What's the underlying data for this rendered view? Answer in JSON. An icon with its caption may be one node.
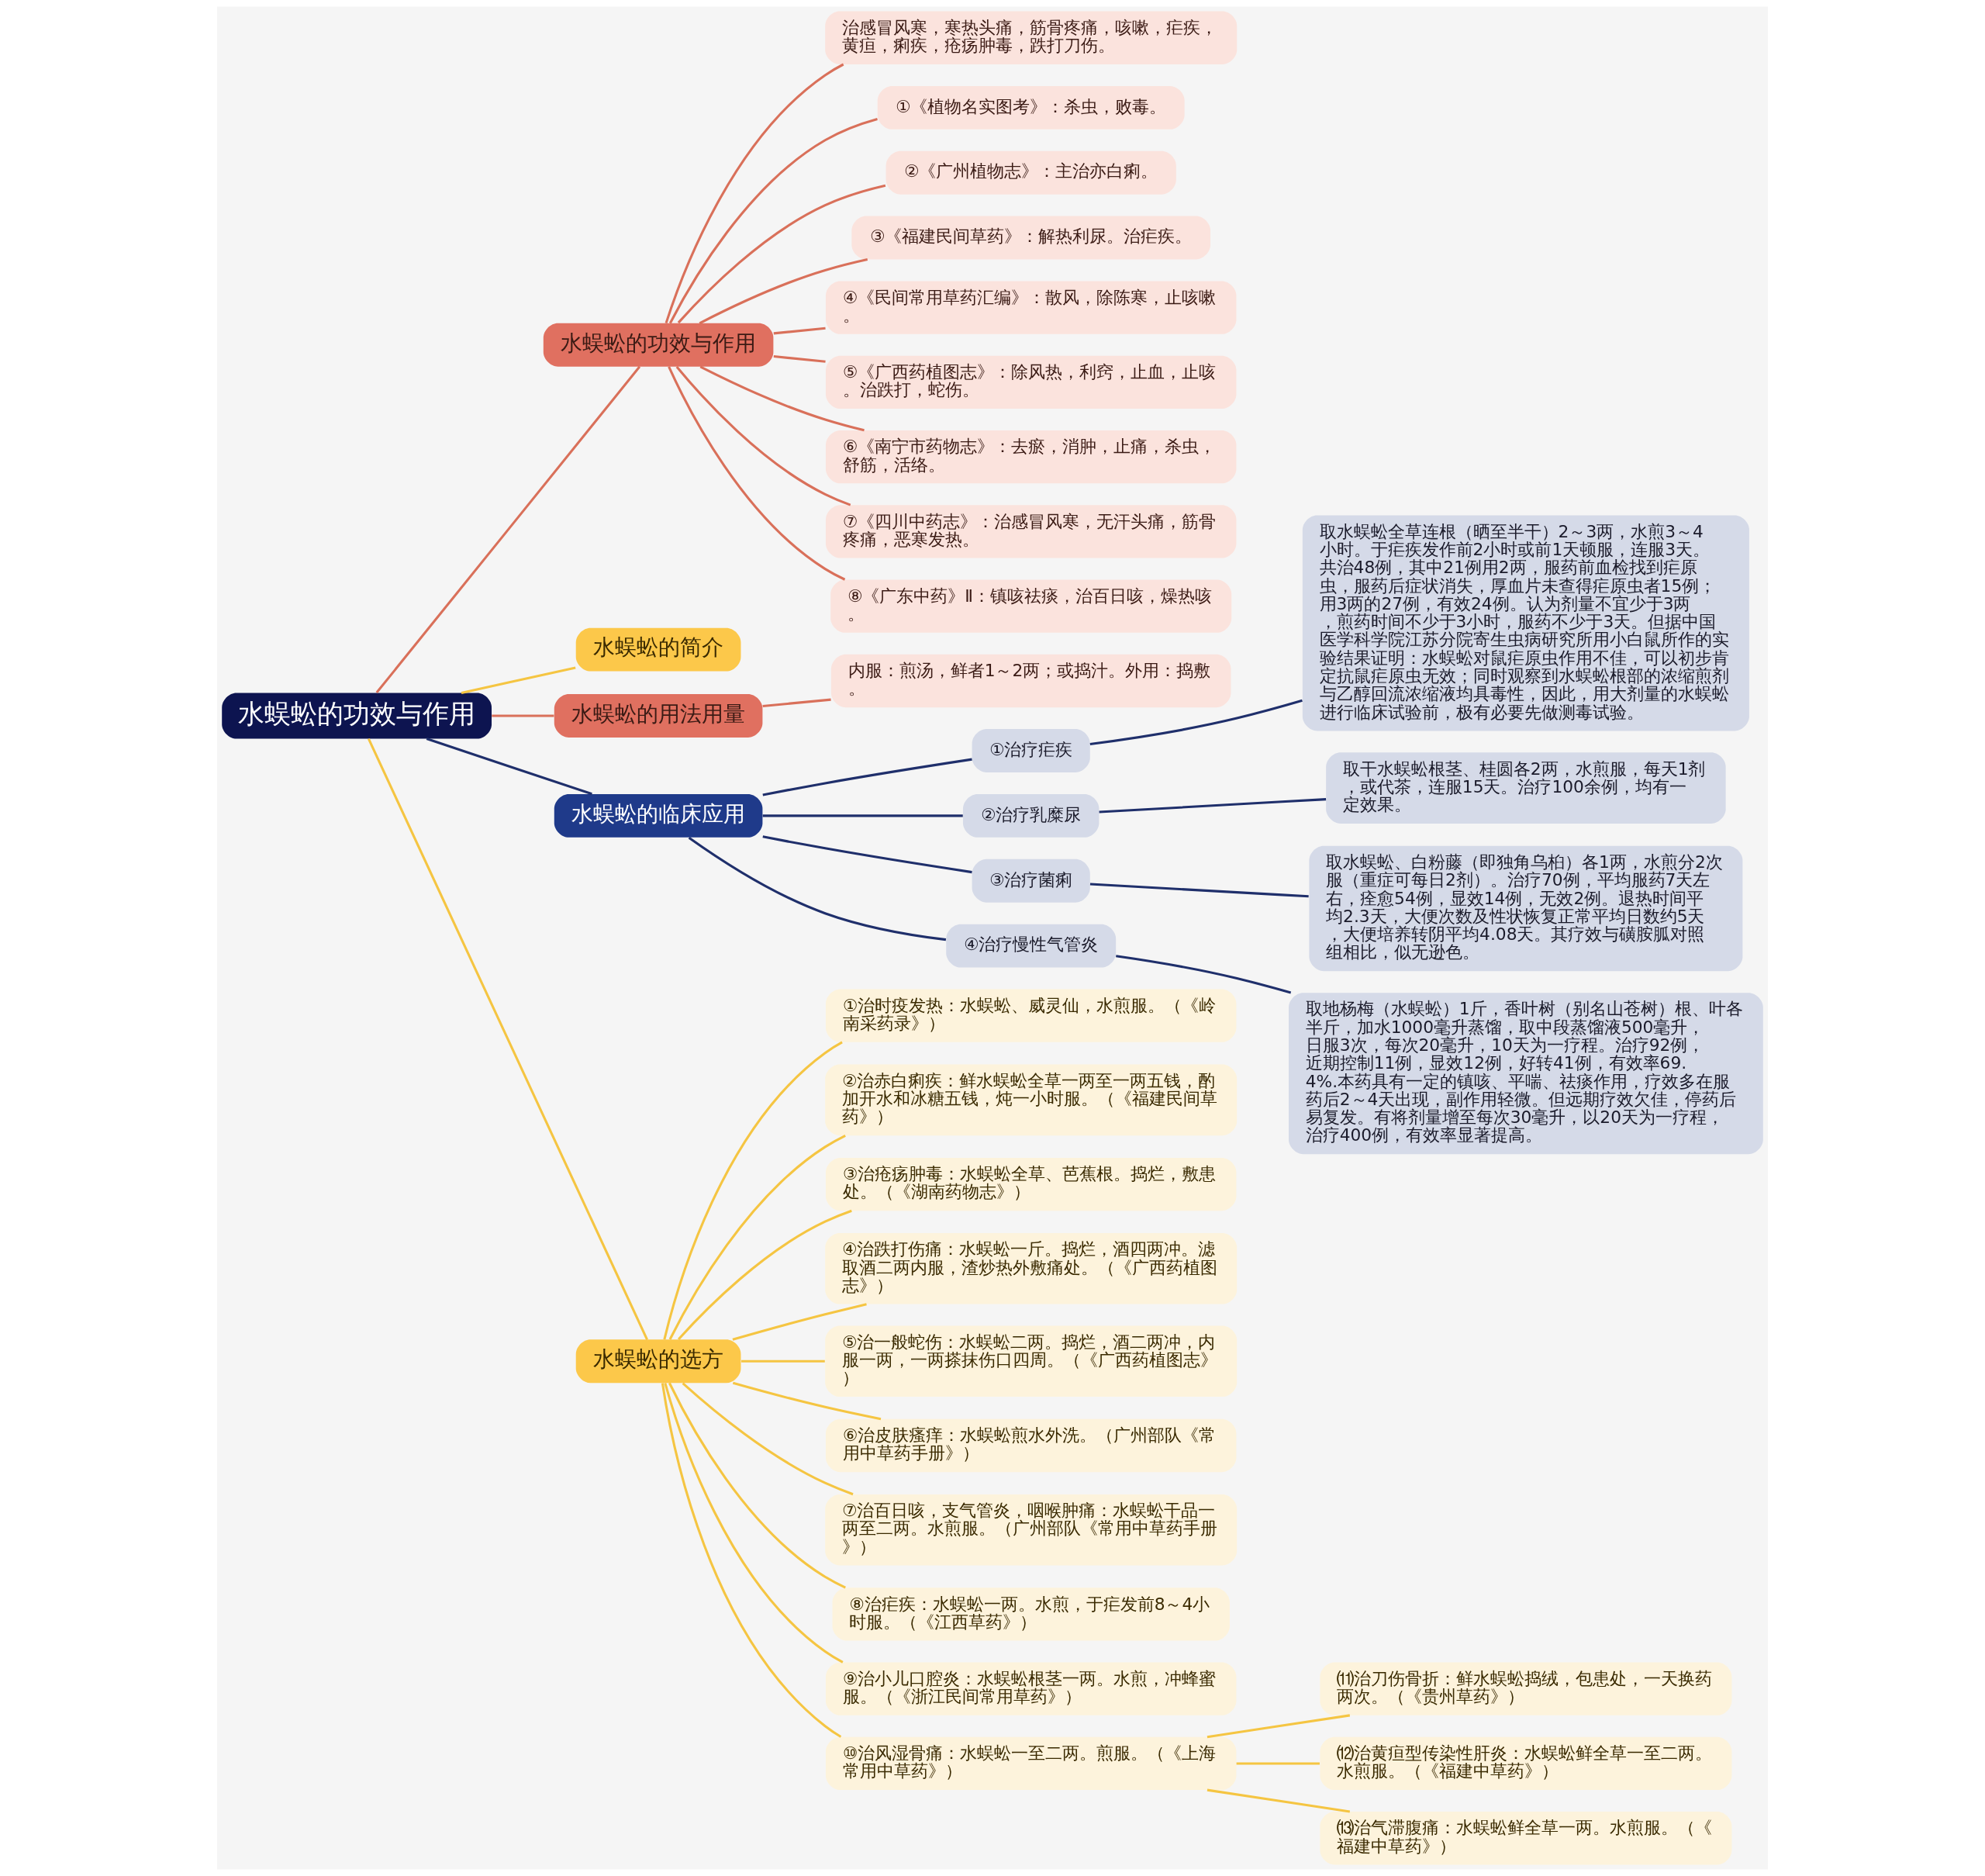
{
  "diagram": {
    "nodes": [
      {
        "text": [
          "水蜈蚣的功效与作用"
        ]
      },
      {
        "text": [
          "水蜈蚣的功效与作用"
        ]
      },
      {
        "text": [
          "治感冒风寒，寒热头痛，筋骨疼痛，咳嗽，疟疾，黄疸，痢疾，疮疡肿毒，跌打刀伤。"
        ]
      },
      {
        "text": [
          "①《植物名实图考》：杀虫，败毒。"
        ]
      },
      {
        "text": [
          "②《广州植物志》：主治亦白痢。"
        ]
      },
      {
        "text": [
          "③《福建民间草药》：解热利尿。治疟疾。"
        ]
      },
      {
        "text": [
          "④《民间常用草药汇编》：散风，除陈寒，止咳嗽。"
        ]
      },
      {
        "text": [
          "⑤《广西药植图志》：除风热，利窍，止血，止咳。治跌打，蛇伤。"
        ]
      },
      {
        "text": [
          "⑥《南宁市药物志》：去瘀，消肿，止痛，杀虫，舒筋，活络。"
        ]
      },
      {
        "text": [
          "⑦《四川中药志》：治感冒风寒，无汗头痛，筋骨疼痛，恶寒发热。"
        ]
      },
      {
        "text": [
          "⑧《广东中药》Ⅱ：镇咳祛痰，治百日咳，燥热咳。"
        ]
      },
      {
        "text": [
          "水蜈蚣的简介"
        ]
      },
      {
        "text": [
          "水蜈蚣的用法用量"
        ]
      },
      {
        "text": [
          "内服：煎汤，鲜者1～2两；或捣汁。外用：捣敷。"
        ]
      },
      {
        "text": [
          "水蜈蚣的临床应用"
        ]
      },
      {
        "text": [
          "①治疗疟疾"
        ]
      },
      {
        "text": [
          "取水蜈蚣全草连根（晒至半干）2～3两，水煎3～4小时。于疟疾发作前2小时或前1天顿服，连服3天。共治48例，其中21例用2两，服药前血检找到疟原虫，服药后症状消失，厚血片未查得疟原虫者15例；用3两的27例，有效24例。认为剂量不宜少于3两，煎药时间不少于3小时，服药不少于3天。但据中国医学科学院江苏分院寄生虫病研究所用小白鼠所作的实验结果证明：水蜈蚣对鼠疟原虫作用不佳，可以初步肯定抗鼠疟原虫无效；同时观察到水蜈蚣根部的浓缩煎剂与乙醇回流浓缩液均具毒性，因此，用大剂量的水蜈蚣进行临床试验前，极有必要先做测毒试验。"
        ]
      },
      {
        "text": [
          "②治疗乳糜尿"
        ]
      },
      {
        "text": [
          "取干水蜈蚣根茎、桂圆各2两，水煎服，每天1剂，或代茶，连服15天。治疗100余例，均有一定效果。"
        ]
      },
      {
        "text": [
          "③治疗菌痢"
        ]
      },
      {
        "text": [
          "取水蜈蚣、白粉藤（即独角乌桕）各1两，水煎分2次服（重症可每日2剂）。治疗70例，平均服药7天左右，痊愈54例，显效14例，无效2例。退热时间平均2.3天，大便次数及性状恢复正常平均日数约5天，大便培养转阴平均4.08天。其疗效与磺胺胍对照组相比，似无逊色。"
        ]
      },
      {
        "text": [
          "④治疗慢性气管炎"
        ]
      },
      {
        "text": [
          "取地杨梅（水蜈蚣）1斤，香叶树（别名山苍树）根、叶各半斤，加水1000毫升蒸馏，取中段蒸馏液500毫升，日服3次，每次20毫升，10天为一疗程。治疗92例，近期控制11例，显效12例，好转41例，有效率69.4%.本药具有一定的镇咳、平喘、祛痰作用，疗效多在服药后2～4天出现，副作用轻微。但远期疗效欠佳，停药后易复发。有将剂量增至每次30毫升，以20天为一疗程，治疗400例，有效率显著提高。"
        ]
      },
      {
        "text": [
          "水蜈蚣的选方"
        ]
      },
      {
        "text": [
          "①治时疫发热：水蜈蚣、威灵仙，水煎服。（《岭南采药录》）"
        ]
      },
      {
        "text": [
          "②治赤白痢疾：鲜水蜈蚣全草一两至一两五钱，酌加开水和冰糖五钱，炖一小时服。（《福建民间草药》）"
        ]
      },
      {
        "text": [
          "③治疮疡肿毒：水蜈蚣全草、芭蕉根。捣烂，敷患处。（《湖南药物志》）"
        ]
      },
      {
        "text": [
          "④治跌打伤痛：水蜈蚣一斤。捣烂，酒四两冲。滤取酒二两内服，渣炒热外敷痛处。（《广西药植图志》）"
        ]
      },
      {
        "text": [
          "⑤治一般蛇伤：水蜈蚣二两。捣烂，酒二两冲，内服一两，一两搽抹伤口四周。（《广西药植图志》）"
        ]
      },
      {
        "text": [
          "⑥治皮肤瘙痒：水蜈蚣煎水外洗。（广州部队《常用中草药手册》）"
        ]
      },
      {
        "text": [
          "⑦治百日咳，支气管炎，咽喉肿痛：水蜈蚣干品一两至二两。水煎服。（广州部队《常用中草药手册》）"
        ]
      },
      {
        "text": [
          "⑧治疟疾：水蜈蚣一两。水煎，于疟发前8～4小时服。（《江西草药》）"
        ]
      },
      {
        "text": [
          "⑨治小儿口腔炎：水蜈蚣根茎一两。水煎，冲蜂蜜服。（《浙江民间常用草药》）"
        ]
      },
      {
        "text": [
          "⑩治风湿骨痛：水蜈蚣一至二两。煎服。（《上海常用中草药》）"
        ]
      },
      {
        "text": [
          "⑾治刀伤骨折：鲜水蜈蚣捣绒，包患处，一天换药两次。（《贵州草药》）"
        ]
      },
      {
        "text": [
          "⑿治黄疸型传染性肝炎：水蜈蚣鲜全草一至二两。水煎服。（《福建中草药》）"
        ]
      },
      {
        "text": [
          "⒀治气滞腹痛：水蜈蚣鲜全草一两。水煎服。（《福建中草药》）"
        ]
      }
    ],
    "edges": [
      {
        "from": 0,
        "to": 1,
        "arrow": "none",
        "color": "#d9705a"
      },
      {
        "from": 1,
        "to": 2,
        "arrow": "none",
        "color": "#d9705a"
      },
      {
        "from": 1,
        "to": 3,
        "arrow": "none",
        "color": "#d9705a"
      },
      {
        "from": 1,
        "to": 4,
        "arrow": "none",
        "color": "#d9705a"
      },
      {
        "from": 1,
        "to": 5,
        "arrow": "none",
        "color": "#d9705a"
      },
      {
        "from": 1,
        "to": 6,
        "arrow": "none",
        "color": "#d9705a"
      },
      {
        "from": 1,
        "to": 7,
        "arrow": "none",
        "color": "#d9705a"
      },
      {
        "from": 1,
        "to": 8,
        "arrow": "none",
        "color": "#d9705a"
      },
      {
        "from": 1,
        "to": 9,
        "arrow": "none",
        "color": "#d9705a"
      },
      {
        "from": 1,
        "to": 10,
        "arrow": "none",
        "color": "#d9705a"
      },
      {
        "from": 0,
        "to": 11,
        "arrow": "none"
      },
      {
        "from": 0,
        "to": 12,
        "arrow": "none",
        "color": "#d9705a"
      },
      {
        "from": 12,
        "to": 13,
        "arrow": "none",
        "color": "#d9705a"
      },
      {
        "from": 0,
        "to": 14,
        "arrow": "none",
        "color": "#1f2f6b"
      },
      {
        "from": 14,
        "to": 15,
        "arrow": "none",
        "color": "#1f2f6b"
      },
      {
        "from": 15,
        "to": 16,
        "arrow": "none",
        "color": "#1f2f6b"
      },
      {
        "from": 14,
        "to": 17,
        "arrow": "none",
        "color": "#1f2f6b"
      },
      {
        "from": 17,
        "to": 18,
        "arrow": "none",
        "color": "#1f2f6b"
      },
      {
        "from": 14,
        "to": 19,
        "arrow": "none",
        "color": "#1f2f6b"
      },
      {
        "from": 19,
        "to": 20,
        "arrow": "none",
        "color": "#1f2f6b"
      },
      {
        "from": 14,
        "to": 21,
        "arrow": "none",
        "color": "#1f2f6b"
      },
      {
        "from": 21,
        "to": 22,
        "arrow": "none",
        "color": "#1f2f6b"
      },
      {
        "from": 0,
        "to": 23,
        "arrow": "none"
      },
      {
        "from": 23,
        "to": 24,
        "arrow": "none"
      },
      {
        "from": 23,
        "to": 25,
        "arrow": "none"
      },
      {
        "from": 23,
        "to": 26,
        "arrow": "none"
      },
      {
        "from": 23,
        "to": 27,
        "arrow": "none"
      },
      {
        "from": 23,
        "to": 28,
        "arrow": "none"
      },
      {
        "from": 23,
        "to": 29,
        "arrow": "none"
      },
      {
        "from": 23,
        "to": 30,
        "arrow": "none"
      },
      {
        "from": 23,
        "to": 31,
        "arrow": "none"
      },
      {
        "from": 23,
        "to": 32,
        "arrow": "none"
      },
      {
        "from": 23,
        "to": 33,
        "arrow": "none"
      },
      {
        "from": 33,
        "to": 34,
        "arrow": "none"
      },
      {
        "from": 33,
        "to": 35,
        "arrow": "none"
      },
      {
        "from": 33,
        "to": 36,
        "arrow": "none"
      }
    ]
  }
}
